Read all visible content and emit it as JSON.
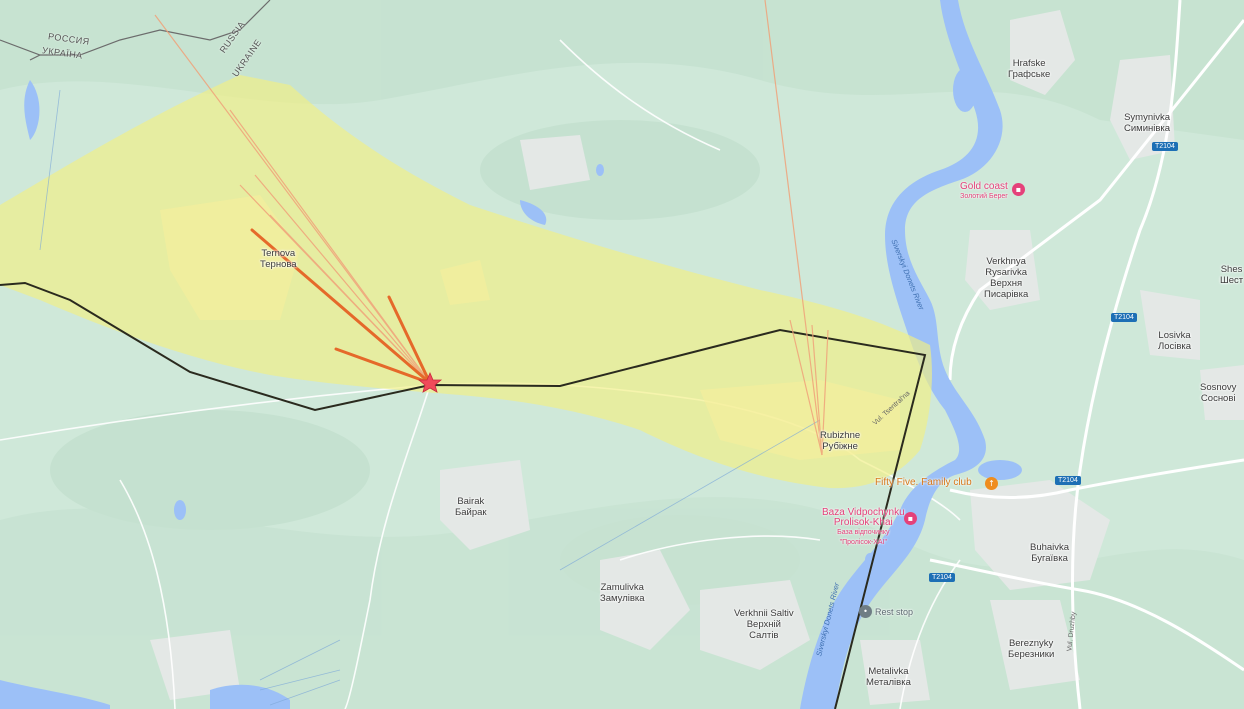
{
  "map": {
    "colors": {
      "land": "#cfe8d9",
      "water": "#9cc0f7",
      "zone": "#f2f083",
      "settlement": "#e4e8e6",
      "front_line": "#2a2a1e",
      "ray_primary": "#e5692a",
      "ray_secondary": "#f0a27a",
      "marker": "#f04a5a"
    },
    "border": {
      "label_ru_side": "РОССИЯ",
      "label_ua_side": "УКРАЇНА",
      "label_ru_en": "RUSSIA",
      "label_ua_en": "UKRAINE"
    },
    "places": {
      "hrafske_en": "Hrafske",
      "hrafske_uk": "Графське",
      "symynivka_en": "Symynivka",
      "symynivka_uk": "Симинівка",
      "ternova_en": "Ternova",
      "ternova_uk": "Тернова",
      "verkhnya_line1": "Verkhnya",
      "verkhnya_line2": "Rysarivka",
      "verkhnya_line3": "Верхня",
      "verkhnya_line4": "Писарівка",
      "shes_en": "Shes",
      "shes_uk": "Шест",
      "losivka_en": "Losivka",
      "losivka_uk": "Лосівка",
      "sosnovy_en": "Sosnovy",
      "sosnovy_uk": "Соснові",
      "rubizhne_en": "Rubizhne",
      "rubizhne_uk": "Рубіжне",
      "bairak_en": "Bairak",
      "bairak_uk": "Байрак",
      "buhaivka_en": "Buhaivka",
      "buhaivka_uk": "Бугаївка",
      "zamulivka_en": "Zamulivka",
      "zamulivka_uk": "Замулівка",
      "saltiv_line1": "Verkhnii Saltiv",
      "saltiv_line2": "Верхній",
      "saltiv_line3": "Салтів",
      "bereznyky_en": "Bereznyky",
      "bereznyky_uk": "Березники",
      "metalivka_en": "Metalivka",
      "metalivka_uk": "Металівка"
    },
    "pois": {
      "gold_coast_en": "Gold coast",
      "gold_coast_uk": "Золотий Берег",
      "fifty_five": "Fifty Five. Family club",
      "baza_line1": "Baza Vidpochynku",
      "baza_line2": "Prolisok-Khai",
      "baza_line3": "База відпочинку",
      "baza_line4": "\"Пролісок-ХАІ\"",
      "rest_stop": "Rest stop"
    },
    "icons": {
      "hotel": "hotel-icon",
      "restaurant": "fork-knife-icon",
      "rest_stop": "map-pin-icon"
    },
    "roads": {
      "t2104_a": "T2104",
      "t2104_b": "T2104",
      "t2104_c": "T2104",
      "t2104_d": "T2104",
      "vul_tsentralna": "Vul. Tsentral'na",
      "vul_druzhby": "Vul. Druzhby"
    },
    "river": {
      "label_upper": "Siverskyi Donets River",
      "label_lower": "Siverskyi Donets River"
    }
  }
}
